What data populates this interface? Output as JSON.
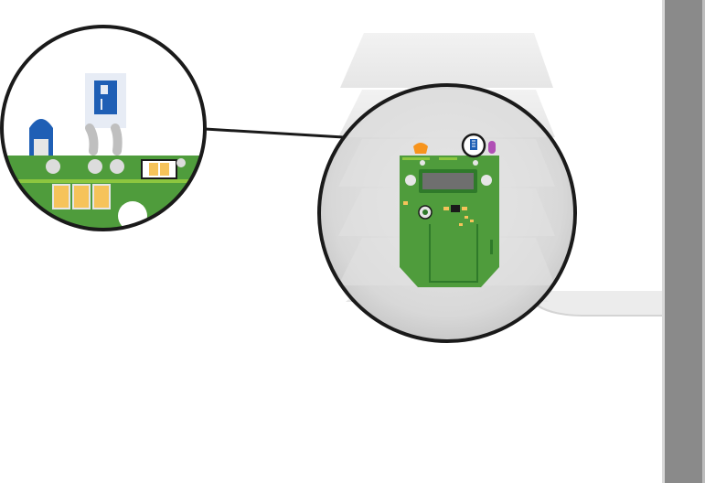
{
  "scene": {
    "colors": {
      "pcb_green": "#4f9c3c",
      "pcb_green_dark": "#2f7a2a",
      "pcb_trace": "#8cc63f",
      "component_blue": "#1f5fb5",
      "led_orange": "#f7941d",
      "led_purple": "#b04fb5",
      "pad_gold": "#f6c35a",
      "outline_black": "#1a1a1a",
      "housing_grey": "#e8e8e8",
      "post_grey": "#8a8a8a"
    },
    "elements": {
      "housing": "stacked-fin-housing",
      "board": "circuit-board",
      "display": "lcd-display",
      "sensor": "sensor-element-icon",
      "led_left": "blue-led-icon",
      "led_right": "purple-led-icon",
      "callout": "magnifier-callout"
    }
  }
}
